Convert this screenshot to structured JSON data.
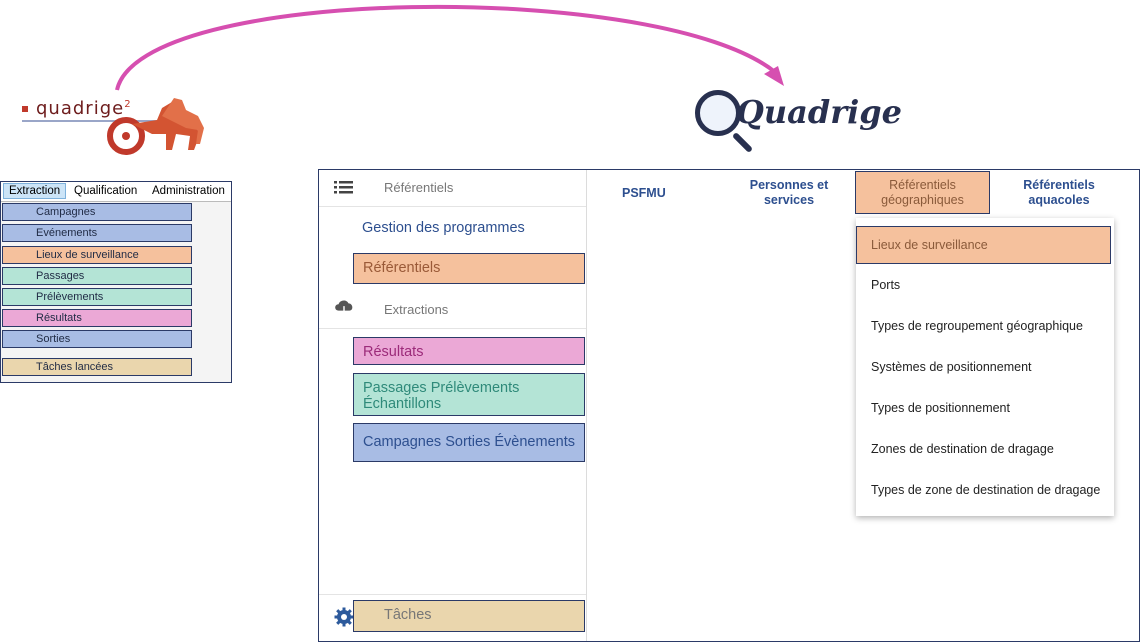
{
  "old_app": {
    "logo": {
      "wordmark": "quadrige",
      "sup": "2"
    },
    "menubar": [
      "Extraction",
      "Qualification",
      "Administration"
    ],
    "menu_items": [
      {
        "label": "Campagnes",
        "color": "#a8bce4"
      },
      {
        "label": "Evénements",
        "color": "#a8bce4"
      },
      {
        "label": "Lieux de surveillance",
        "color": "#f5c19d"
      },
      {
        "label": "Passages",
        "color": "#b4e4d6"
      },
      {
        "label": "Prélèvements",
        "color": "#b4e4d6"
      },
      {
        "label": "Résultats",
        "color": "#eba8d6"
      },
      {
        "label": "Sorties",
        "color": "#a8bce4"
      },
      {
        "label": "Tâches lancées",
        "color": "#ead6ad"
      }
    ]
  },
  "new_app": {
    "logo": {
      "text": "Quadrige"
    },
    "sidebar": {
      "section1": "Référentiels",
      "gestion_programmes": "Gestion des programmes",
      "referentiels_item": "Référentiels",
      "section2": "Extractions",
      "resultats": "Résultats",
      "passages": "Passages Prélèvements Échantillons",
      "campagnes": "Campagnes Sorties Évènements",
      "taches": "Tâches"
    },
    "top_tabs": {
      "psfmu": "PSFMU",
      "personnes": "Personnes et services",
      "geo": "Référentiels géographiques",
      "aquacoles": "Référentiels aquacoles"
    },
    "dropdown_items": [
      "Lieux de surveillance",
      "Ports",
      "Types de regroupement géographique",
      "Systèmes de positionnement",
      "Types de positionnement",
      "Zones de destination de dragage",
      "Types de zone de destination de dragage"
    ]
  },
  "colors": {
    "arrow": "#d64fb0",
    "blue": "#a8bce4",
    "orange": "#f5c19d",
    "green": "#b4e4d6",
    "pink": "#eba8d6",
    "beige": "#ead6ad",
    "frame": "#2b3a67"
  },
  "icons": [
    "migration-arrow",
    "menu-list-icon",
    "cloud-download-icon",
    "gear-icon",
    "magnifier-logo-icon",
    "horse-chariot-logo"
  ]
}
